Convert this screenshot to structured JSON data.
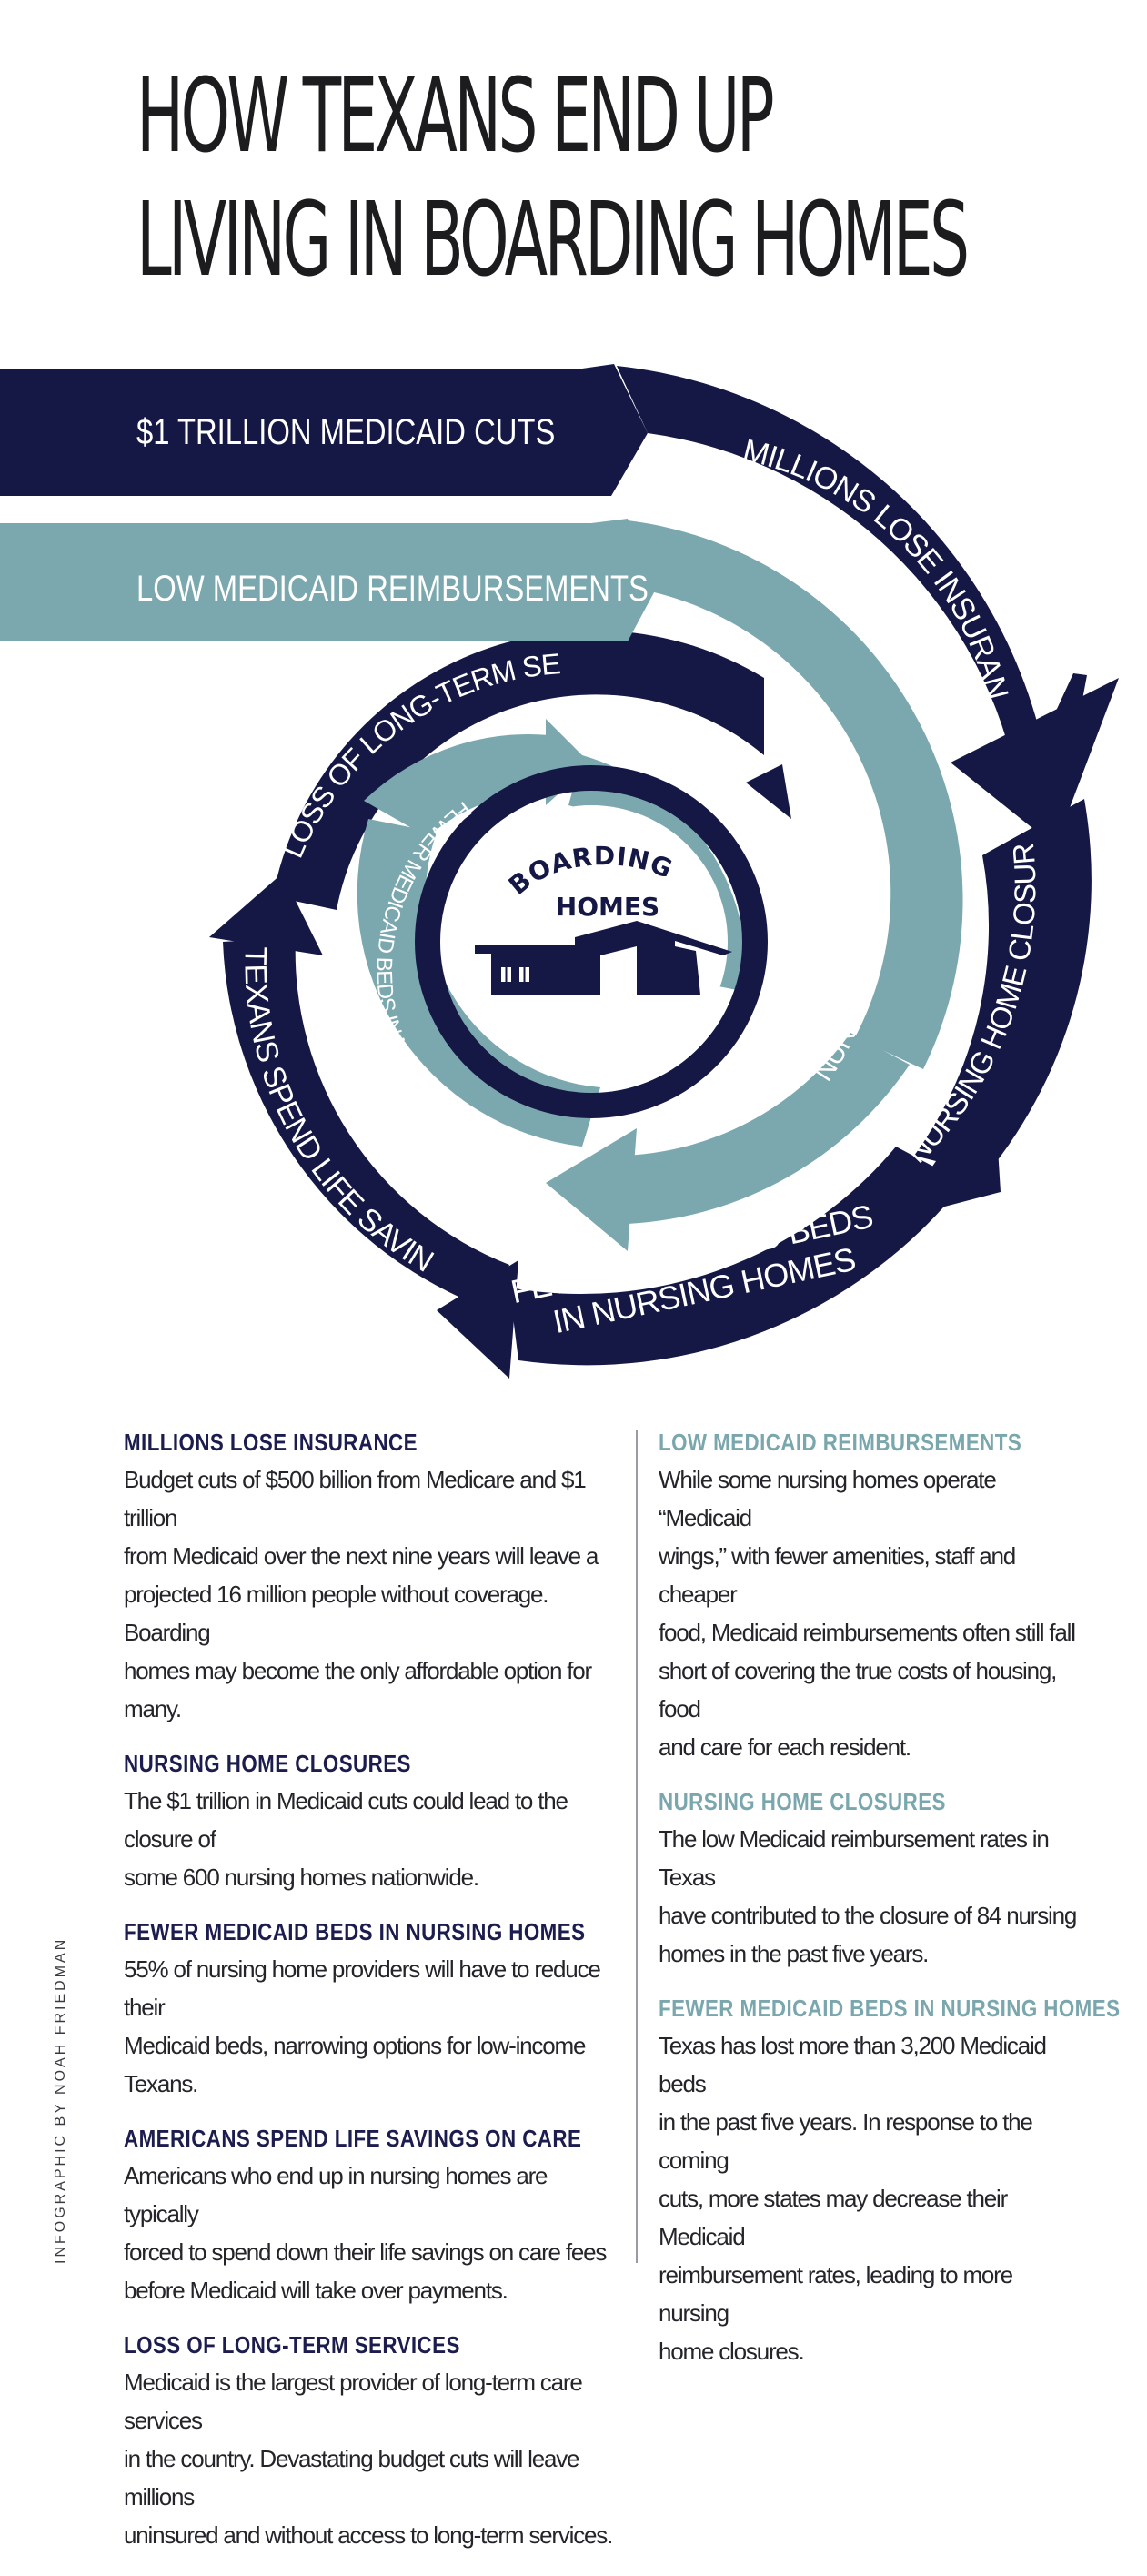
{
  "title": {
    "line1": "HOW TEXANS END UP",
    "line2": "LIVING IN BOARDING HOMES"
  },
  "diagram": {
    "banner_top": "$1 TRILLION MEDICAID CUTS",
    "banner_bottom": "LOW MEDICAID REIMBURSEMENTS",
    "outer_ring": {
      "millions_lose_insurance": "MILLIONS LOSE INSURANCE",
      "nursing_home_closures": "NURSING HOME CLOSURES",
      "fewer_beds_line1": "FEWER MEDICAID BEDS",
      "fewer_beds_line2": "IN NURSING HOMES",
      "spend_savings": "TEXANS SPEND LIFE SAVINGS",
      "loss_services": "LOSS OF LONG-TERM SERVICES"
    },
    "inner_ring": {
      "nursing_home_closures": "NURSING HOME CLOSURES",
      "fewer_beds": "FEWER MEDICAID BEDS IN NURSING HOMES"
    },
    "center_line1": "BOARDING",
    "center_line2": "HOMES",
    "colors": {
      "navy": "#151845",
      "teal": "#7aa8ae",
      "white": "#ffffff"
    }
  },
  "left_column": [
    {
      "heading": "MILLIONS LOSE INSURANCE",
      "lines": [
        "Budget cuts of $500 billion from Medicare and $1 trillion",
        "from Medicaid over the next nine years will leave a",
        "projected 16 million people without coverage. Boarding",
        "homes may become the only affordable option for many."
      ]
    },
    {
      "heading": "NURSING HOME CLOSURES",
      "lines": [
        "The $1 trillion in Medicaid cuts could lead to the closure of",
        "some 600 nursing homes nationwide."
      ]
    },
    {
      "heading": "FEWER MEDICAID BEDS IN NURSING HOMES",
      "lines": [
        "55% of nursing home providers will have to reduce their",
        "Medicaid beds, narrowing options for low-income Texans."
      ]
    },
    {
      "heading": "AMERICANS SPEND LIFE SAVINGS ON CARE",
      "lines": [
        "Americans who end up in nursing homes are typically",
        "forced to spend down their life savings on care fees",
        "before Medicaid will take over payments."
      ]
    },
    {
      "heading": "LOSS OF LONG-TERM SERVICES",
      "lines": [
        "Medicaid is the largest provider of long-term care services",
        "in the country. Devastating budget cuts will leave millions",
        "uninsured and without access to long-term services."
      ]
    }
  ],
  "right_column": [
    {
      "heading": "LOW MEDICAID REIMBURSEMENTS",
      "lines": [
        "While some nursing homes operate “Medicaid",
        "wings,” with fewer amenities, staff and cheaper",
        "food, Medicaid reimbursements often still fall",
        "short of covering the true costs of housing, food",
        "and care for each resident."
      ]
    },
    {
      "heading": "NURSING HOME CLOSURES",
      "lines": [
        "The low Medicaid reimbursement rates in Texas",
        "have contributed to the closure of 84 nursing",
        "homes in the past five years."
      ]
    },
    {
      "heading": "FEWER MEDICAID BEDS IN NURSING HOMES",
      "lines": [
        "Texas has lost more than 3,200 Medicaid beds",
        "in the past five years. In response to the coming",
        "cuts, more states may decrease their Medicaid",
        "reimbursement rates, leading to more nursing",
        "home closures."
      ]
    }
  ],
  "credit": "INFOGRAPHIC BY NOAH FRIEDMAN"
}
